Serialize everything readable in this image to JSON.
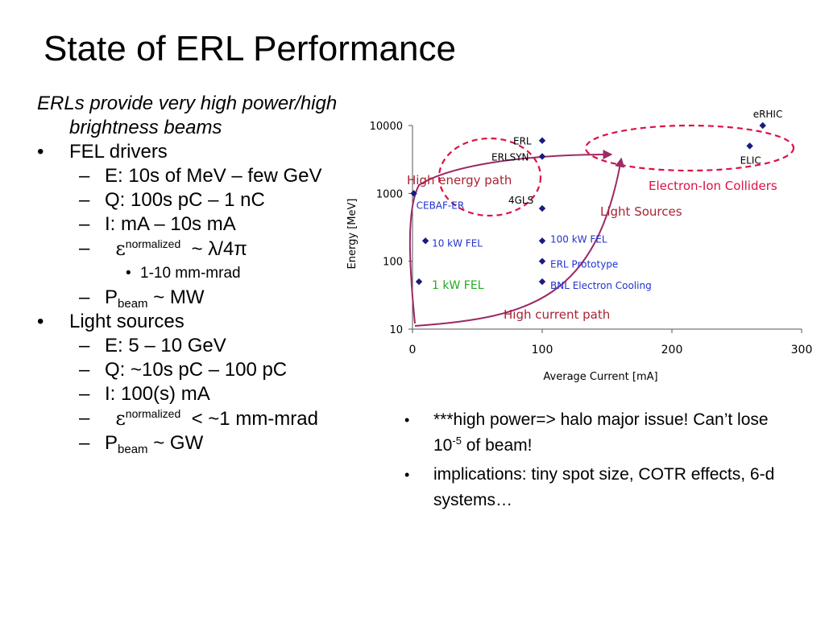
{
  "slide": {
    "title": "State of ERL Performance",
    "intro": "ERLs provide very high power/high brightness beams",
    "fel": {
      "heading": "FEL drivers",
      "energy": "E: 10s of MeV – few GeV",
      "charge": "Q: 100s pC – 1 nC",
      "current": "I:  mA – 10s mA",
      "emit_symbol": "ε",
      "emit_sup": "normalized",
      "emit_tail": "~ λ/4π",
      "emit_value": "1-10 mm-mrad",
      "pbeam_p": "P",
      "pbeam_sub": "beam",
      "pbeam_val": "~ MW"
    },
    "light": {
      "heading": "Light sources",
      "energy": "E: 5 – 10 GeV",
      "charge": "Q: ~10s pC – 100 pC",
      "current": "I: 100(s) mA",
      "emit_symbol": "ε",
      "emit_sup": "normalized",
      "emit_tail": "< ~1 mm-mrad",
      "pbeam_p": "P",
      "pbeam_sub": "beam",
      "pbeam_val": "~ GW"
    },
    "bullet_char": "•",
    "dash_char": "–",
    "notes": [
      {
        "pre": "***high power=> halo major issue! Can’t lose 10",
        "sup": "-5",
        "post": " of beam!"
      },
      {
        "pre": "implications: tiny spot size, COTR effects, 6-d systems…",
        "sup": "",
        "post": ""
      }
    ]
  },
  "chart_data": {
    "type": "scatter",
    "title": "",
    "xlabel": "Average Current [mA]",
    "ylabel": "Energy [MeV]",
    "xlim": [
      0,
      300
    ],
    "ylim": [
      10,
      10000
    ],
    "yscale": "log",
    "grid": false,
    "x_ticks": [
      0,
      100,
      200,
      300
    ],
    "y_ticks": [
      10,
      100,
      1000,
      10000
    ],
    "x_tick_labels": [
      "0",
      "100",
      "200",
      "300"
    ],
    "y_tick_labels": [
      "10",
      "100",
      "1000",
      "10000"
    ],
    "marker_color": "#1a1a80",
    "points": [
      {
        "label": "eRHIC",
        "x": 270,
        "y": 10000,
        "color": "#000000"
      },
      {
        "label": "ELIC",
        "x": 260,
        "y": 5000,
        "color": "#000000"
      },
      {
        "label": "ERL",
        "x": 100,
        "y": 6000,
        "color": "#000000"
      },
      {
        "label": "ERLSYN",
        "x": 100,
        "y": 3500,
        "color": "#000000"
      },
      {
        "label": "4GLS",
        "x": 100,
        "y": 600,
        "color": "#000000"
      },
      {
        "label": "CEBAF-ER",
        "x": 1,
        "y": 1000,
        "color": "#2233cc"
      },
      {
        "label": "10 kW FEL",
        "x": 10,
        "y": 200,
        "color": "#2233cc"
      },
      {
        "label": "1 kW FEL",
        "x": 5,
        "y": 50,
        "color": "#22aa22"
      },
      {
        "label": "100 kW FEL",
        "x": 100,
        "y": 200,
        "color": "#2233cc"
      },
      {
        "label": "ERL Prototype",
        "x": 100,
        "y": 100,
        "color": "#2233cc"
      },
      {
        "label": "BNL Electron Cooling",
        "x": 100,
        "y": 50,
        "color": "#2233cc"
      }
    ],
    "annotations": [
      {
        "text": "High energy path",
        "color": "#aa2233"
      },
      {
        "text": "Electron-Ion Colliders",
        "color": "#dd1144"
      },
      {
        "text": "Light Sources",
        "color": "#aa2233"
      },
      {
        "text": "High current path",
        "color": "#aa2233"
      }
    ]
  }
}
